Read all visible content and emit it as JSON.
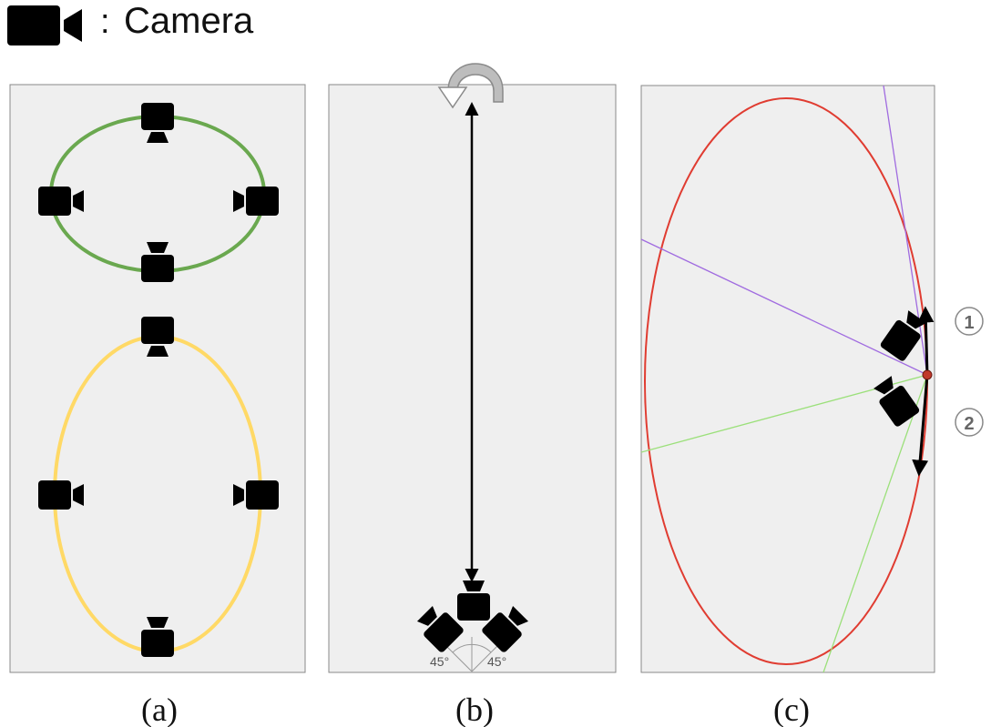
{
  "legend": {
    "separator": ":",
    "label": "Camera",
    "icon": "camera-icon"
  },
  "panels": {
    "a": {
      "caption": "(a)"
    },
    "b": {
      "caption": "(b)",
      "angle_left": "45°",
      "angle_right": "45°"
    },
    "c": {
      "caption": "(c)",
      "marker_1": "1",
      "marker_2": "2"
    }
  },
  "colors": {
    "panel_bg": "#efefef",
    "panel_border": "#8a8a8a",
    "green_ellipse": "#6aa84f",
    "yellow_ellipse": "#ffd966",
    "red_ellipse": "#e03c31",
    "purple_ray": "#a06be0",
    "green_ray": "#9be07a",
    "camera": "#000000"
  }
}
